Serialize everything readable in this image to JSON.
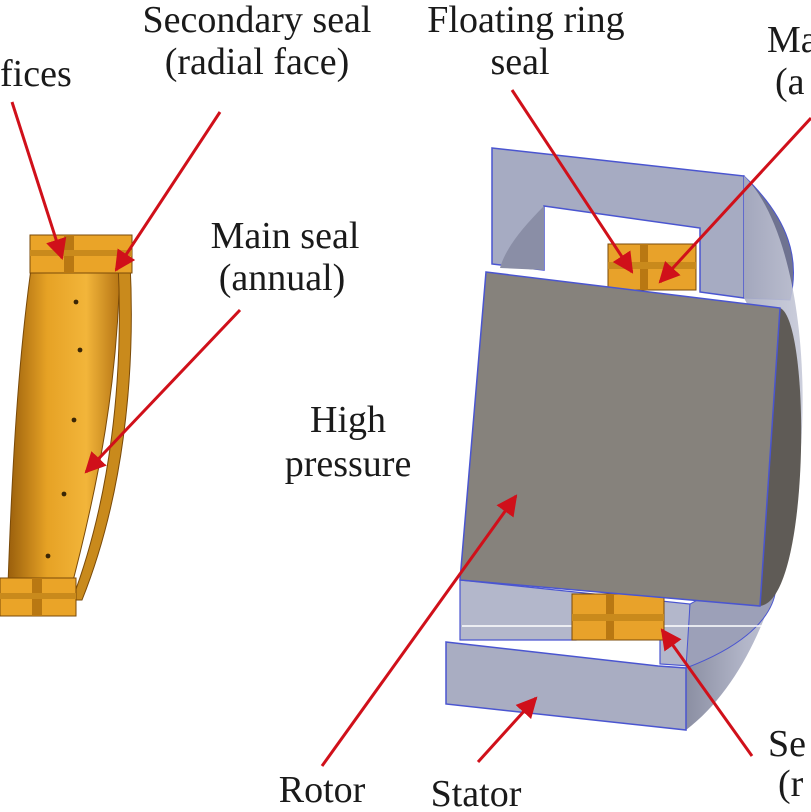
{
  "labels": {
    "orifices": "fices",
    "secondary_seal_top_line1": "Secondary seal",
    "secondary_seal_top_line2": "(radial face)",
    "floating_ring_line1": "Floating ring",
    "floating_ring_line2": "seal",
    "main_seal_right_line1": "Ma",
    "main_seal_right_line2": "(a",
    "main_seal_line1": "Main seal",
    "main_seal_line2": "(annual)",
    "high_pressure_line1": "High",
    "high_pressure_line2": "pressure",
    "secondary_seal_bottom_line1": "Se",
    "secondary_seal_bottom_line2": "(r",
    "rotor": "Rotor",
    "stator": "Stator"
  },
  "colors": {
    "seal_orange": "#e7a020",
    "seal_orange_dark": "#b97812",
    "stator_fill": "#a8adc4",
    "stator_side": "#8f94ad",
    "stator_edge": "#4a55d0",
    "rotor_fill": "#86827c",
    "rotor_edge": "#4a55d0",
    "arrow": "#d0101a"
  }
}
